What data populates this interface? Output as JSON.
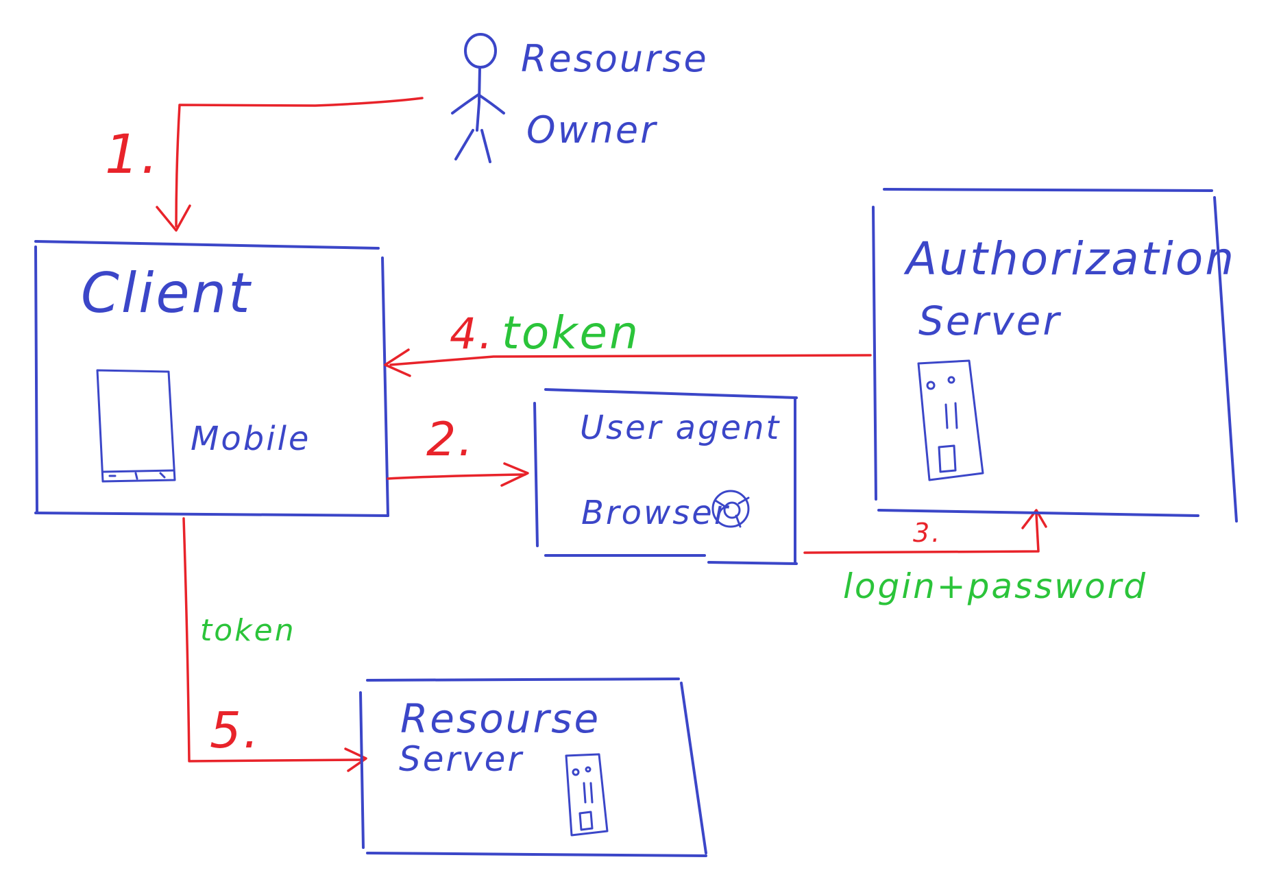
{
  "colors": {
    "box": "#3b46c8",
    "arrow": "#e8232a",
    "token_text": "#2bc43a"
  },
  "owner": {
    "line1": "Resourse",
    "line2": "Owner"
  },
  "client": {
    "title": "Client",
    "device_label": "Mobile"
  },
  "user_agent": {
    "title": "User agent",
    "browser_label": "Browser"
  },
  "auth_server": {
    "line1": "Authorization",
    "line2": "Server"
  },
  "resource_server": {
    "line1": "Resourse",
    "line2": "Server"
  },
  "steps": {
    "step1": "1.",
    "step2": "2.",
    "step3": "3.",
    "step4_num": "4.",
    "step4_text": "token",
    "step5": "5."
  },
  "labels": {
    "login_password": "login+password",
    "token_to_resource": "token"
  }
}
